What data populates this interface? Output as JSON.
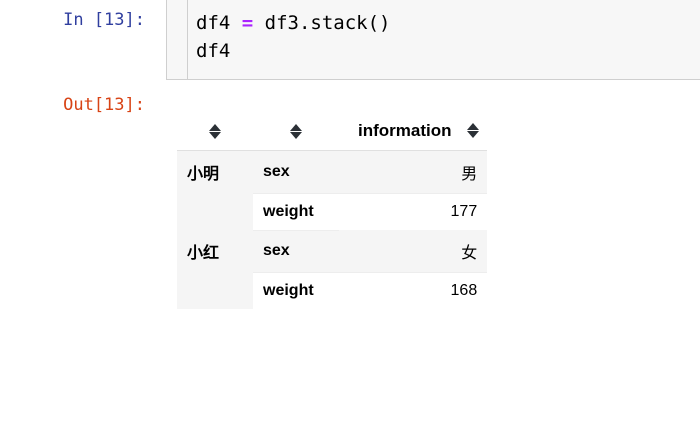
{
  "notebook": {
    "input_prompt": "In [13]:",
    "output_prompt": "Out[13]:",
    "code_line1_a": "df4 ",
    "code_line1_op": "=",
    "code_line1_b": " df3.stack()",
    "code_line2": "df4"
  },
  "table": {
    "headers": {
      "index_level_0": "",
      "index_level_1": "",
      "value_column": "information"
    },
    "sort_icon": "sort-updown-icon",
    "rows": [
      {
        "index0": "小明",
        "index1": "sex",
        "value": "男",
        "shaded": true
      },
      {
        "index0": "",
        "index1": "weight",
        "value": "177",
        "shaded": false
      },
      {
        "index0": "小红",
        "index1": "sex",
        "value": "女",
        "shaded": true
      },
      {
        "index0": "",
        "index1": "weight",
        "value": "168",
        "shaded": false
      }
    ]
  },
  "colors": {
    "input_prompt": "#303f9f",
    "output_prompt": "#d84315",
    "operator": "#aa22ff",
    "cell_bg": "#f7f7f7",
    "row_shade": "#f5f5f5"
  }
}
